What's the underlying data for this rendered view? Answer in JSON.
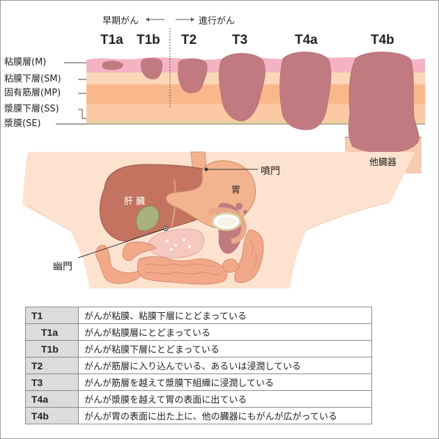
{
  "phases": {
    "early": "早期がん",
    "advanced": "進行がん",
    "arrow_left": "←",
    "arrow_right": "→"
  },
  "stages": [
    "T1a",
    "T1b",
    "T2",
    "T3",
    "T4a",
    "T4b"
  ],
  "layers": [
    "粘膜層(M)",
    "粘膜下層(SM)",
    "固有筋層(MP)",
    "漿膜下層(SS)",
    "漿膜(SE)"
  ],
  "other_organ": "他臓器",
  "anatomy": {
    "liver": "肝 臓",
    "stomach": "胃",
    "cardia": "噴門",
    "pylorus": "幽門"
  },
  "table": [
    {
      "code": "T1",
      "desc": "がんが粘膜、粘膜下層にとどまっている"
    },
    {
      "code": "T1a",
      "desc": "がんが粘膜層にとどまっている"
    },
    {
      "code": "T1b",
      "desc": "がんが粘膜下層にとどまっている"
    },
    {
      "code": "T2",
      "desc": "がんが筋層に入り込んでいる、あるいは浸潤している"
    },
    {
      "code": "T3",
      "desc": "がんが筋層を越えて漿膜下組織に浸潤している"
    },
    {
      "code": "T4a",
      "desc": "がんが漿膜を越えて胃の表面に出ている"
    },
    {
      "code": "T4b",
      "desc": "がんが胃の表面に出た上に、他の臓器にもがんが広がっている"
    }
  ],
  "colors": {
    "tumor": "#c07a80",
    "mucosa": "#f4b3c3",
    "submucosa": "#fcd7b8",
    "muscle": "#f8b88c",
    "subserosa": "#fbc9a4",
    "table_header": "#dcdcdc"
  }
}
